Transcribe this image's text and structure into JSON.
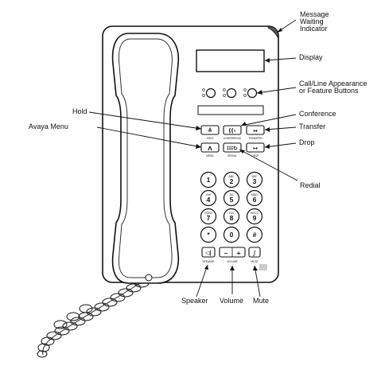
{
  "callouts": {
    "mwi": [
      "Message",
      "Waiting",
      "Indicator"
    ],
    "display": "Display",
    "line_buttons": [
      "Call/Line Appearance",
      "or Feature Buttons"
    ],
    "conference": "Conference",
    "hold": "Hold",
    "transfer": "Transfer",
    "avaya_menu": "Avaya Menu",
    "drop": "Drop",
    "redial": "Redial",
    "speaker": "Speaker",
    "volume": "Volume",
    "mute": "Mute"
  },
  "button_labels": {
    "hold": "HOLD",
    "conference": "CONFERENCE",
    "transfer": "TRANSFER",
    "menu": "MENU",
    "redial": "REDIAL",
    "drop": "DROP",
    "speaker": "SPEAKER",
    "volume": "VOLUME",
    "mute": "MUTE"
  },
  "keypad": [
    {
      "main": "1",
      "sub": ""
    },
    {
      "main": "2",
      "sub": "ABC"
    },
    {
      "main": "3",
      "sub": "DEF"
    },
    {
      "main": "4",
      "sub": "GHI"
    },
    {
      "main": "5",
      "sub": "JKL"
    },
    {
      "main": "6",
      "sub": "MNO"
    },
    {
      "main": "7",
      "sub": "PQRS"
    },
    {
      "main": "8",
      "sub": "TUV"
    },
    {
      "main": "9",
      "sub": "WXYZ"
    },
    {
      "main": "*",
      "sub": ""
    },
    {
      "main": "0",
      "sub": ""
    },
    {
      "main": "#",
      "sub": ""
    }
  ]
}
